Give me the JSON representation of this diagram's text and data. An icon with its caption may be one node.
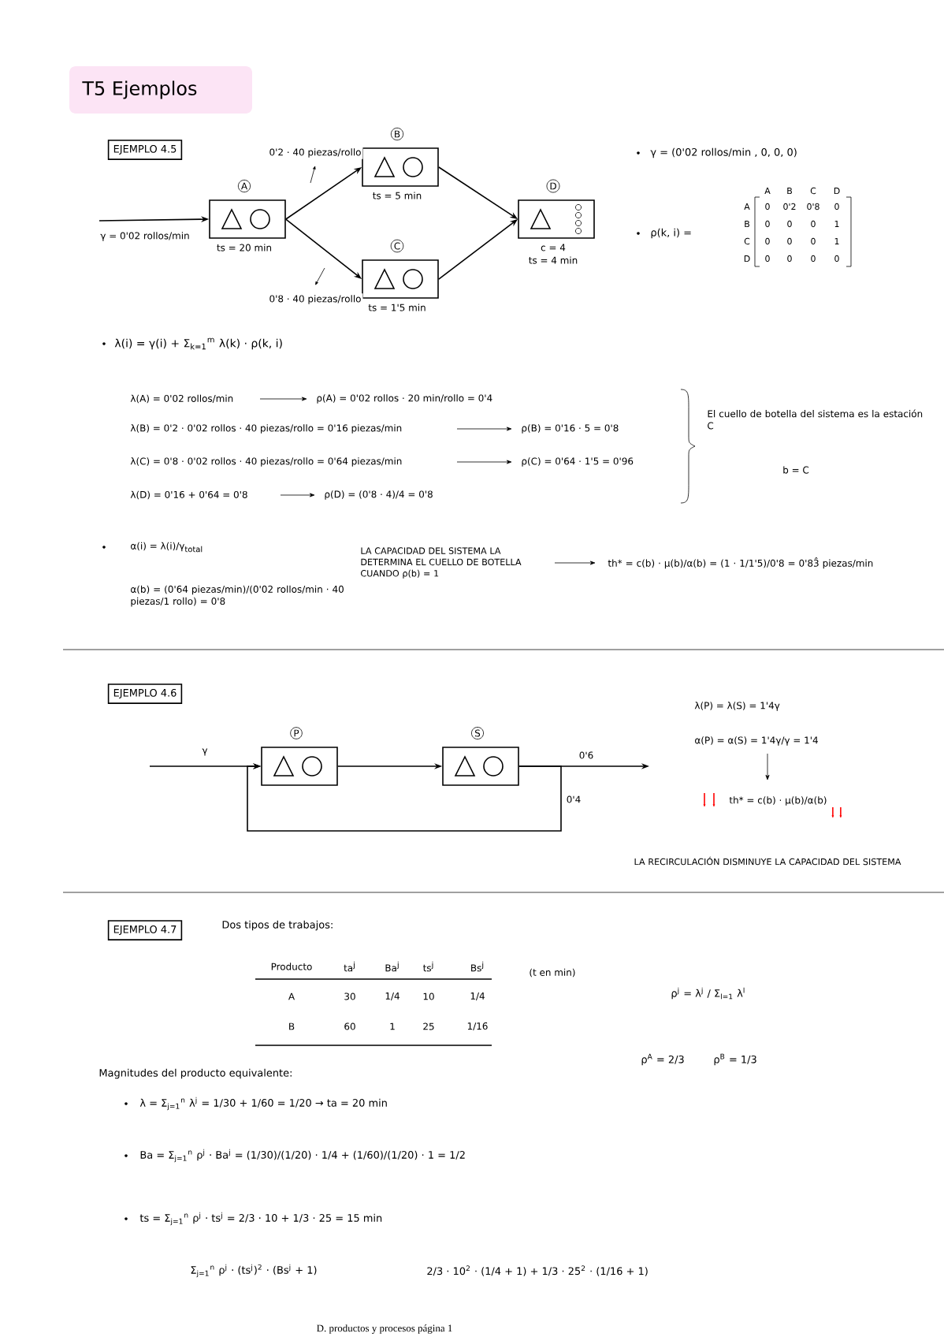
{
  "diagram": {
    "title": "T5 Ejemplos",
    "caption": "D. productos y procesos página 1",
    "nodes": [
      {
        "text": [
          "EJEMPLO 4.5"
        ]
      },
      {
        "text": [
          "A"
        ],
        "beside": [
          "ts = 20 min"
        ]
      },
      {
        "text": [
          "B"
        ],
        "beside": [
          "ts = 5 min"
        ]
      },
      {
        "text": [
          "C"
        ],
        "beside": [
          "ts = 1'5 min"
        ]
      },
      {
        "text": [
          "D"
        ],
        "beside": [
          "c = 4",
          "ts = 4 min"
        ]
      },
      {
        "text": [
          "EJEMPLO 4.6"
        ]
      },
      {
        "text": [
          "P"
        ]
      },
      {
        "text": [
          "S"
        ]
      },
      {
        "text": [
          "EJEMPLO 4.7"
        ]
      }
    ],
    "edges": [
      {
        "from": null,
        "to": 1,
        "arrow": "to",
        "label": "γ = 0'02 rollos/min"
      },
      {
        "from": 1,
        "to": 2,
        "arrow": "to",
        "label": "0'2 · 40 piezas/rollo"
      },
      {
        "from": 1,
        "to": 3,
        "arrow": "to",
        "label": "0'8 · 40 piezas/rollo"
      },
      {
        "from": 2,
        "to": 4,
        "arrow": "to"
      },
      {
        "from": 3,
        "to": 4,
        "arrow": "to"
      },
      {
        "from": null,
        "to": 6,
        "arrow": "to",
        "label": "γ"
      },
      {
        "from": 6,
        "to": 7,
        "arrow": "to"
      },
      {
        "from": 7,
        "to": null,
        "arrow": "to",
        "label": "0'6"
      },
      {
        "from": 7,
        "to": 6,
        "arrow": "to",
        "label": "0'4"
      }
    ],
    "labels": [
      "γ = (0'02 rollos/min , 0, 0, 0)",
      "ρ(k, i) =",
      "A",
      "B",
      "C",
      "D",
      "A",
      "0",
      "0'2",
      "0'8",
      "0",
      "B",
      "0",
      "0",
      "0",
      "1",
      "C",
      "0",
      "0",
      "0",
      "1",
      "D",
      "0",
      "0",
      "0",
      "0",
      "λ(i) = γ(i) + Σ$_{k=1}$$^{m}$ λ(k) · ρ(k, i)",
      "λ(A) = 0'02 rollos/min",
      "ρ(A) = 0'02 rollos · 20 min/rollo = 0'4",
      "λ(B) = 0'2 · 0'02 rollos · 40 piezas/rollo = 0'16 piezas/min",
      "ρ(B) = 0'16 · 5 = 0'8",
      "λ(C) = 0'8 · 0'02 rollos · 40 piezas/rollo = 0'64 piezas/min",
      "ρ(C) = 0'64 · 1'5 = 0'96",
      "λ(D) = 0'16 + 0'64 = 0'8",
      "ρ(D) = (0'8 · 4)/4 = 0'8",
      "El cuello de botella del sistema es la estación C",
      "b = C",
      "α(i) = λ(i)/γ$_{total}$",
      "α(b) = (0'64 piezas/min)/(0'02 rollos/min · 40 piezas/1 rollo) = 0'8",
      "LA CAPACIDAD DEL SISTEMA LA DETERMINA EL CUELLO DE BOTELLA CUANDO ρ(b) = 1",
      "th* = c(b) · μ(b)/α(b) = (1 · 1/1'5)/0'8 = 0'83̂ piezas/min",
      "λ(P) = λ(S) = 1'4γ",
      "α(P) = α(S) = 1'4γ/γ = 1'4",
      "th* = c(b) · μ(b)/α(b)",
      "LA RECIRCULACIÓN DISMINUYE LA CAPACIDAD DEL SISTEMA",
      "Dos tipos de trabajos:",
      "Producto",
      "ta$^{j}$",
      "Ba$^{j}$",
      "ts$^{j}$",
      "Bs$^{j}$",
      "A",
      "30",
      "1/4",
      "10",
      "1/4",
      "B",
      "60",
      "1",
      "25",
      "1/16",
      "(t en min)",
      "ρ$^{j}$ = λ$^{j}$ / Σ$_{l=1}$ λ$^{l}$",
      "ρ$^{A}$ = 2/3",
      "ρ$^{B}$ = 1/3",
      "Magnitudes del producto equivalente:",
      "λ = Σ$_{j=1}$$^{n}$ λ$^{j}$ = 1/30 + 1/60 = 1/20 → ta = 20 min",
      "Ba = Σ$_{j=1}$$^{n}$ ρ$^{j}$ · Ba$^{j}$ = (1/30)/(1/20) · 1/4 + (1/60)/(1/20) · 1 = 1/2",
      "ts = Σ$_{j=1}$$^{n}$ ρ$^{j}$ · ts$^{j}$ = 2/3 · 10 + 1/3 · 25 = 15 min",
      "Σ$_{j=1}$$^{n}$ ρ$^{j}$ · (ts$^{j}$)$^{2}$ · (Bs$^{j}$ + 1)",
      "2/3 · 10$^{2}$ · (1/4 + 1) + 1/3 · 25$^{2}$ · (1/16 + 1)"
    ]
  }
}
